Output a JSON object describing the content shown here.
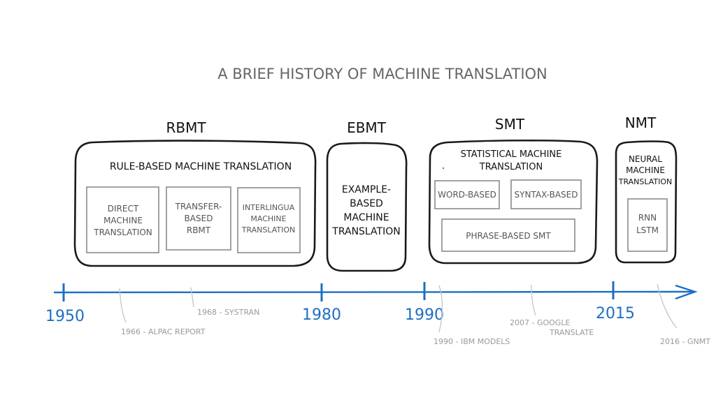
{
  "title": "A BRIEF HISTORY OF MACHINE TRANSLATION",
  "sections": {
    "rbmt": {
      "label": "RBMT",
      "box_title": "RULE-BASED MACHINE TRANSLATION",
      "items": [
        [
          "DIRECT",
          "MACHINE",
          "TRANSLATION"
        ],
        [
          "TRANSFER-",
          "BASED",
          "RBMT"
        ],
        [
          "INTERLINGUA",
          "MACHINE",
          "TRANSLATION"
        ]
      ]
    },
    "ebmt": {
      "label": "EBMT",
      "box_lines": [
        "EXAMPLE-",
        "BASED",
        "MACHINE",
        "TRANSLATION"
      ]
    },
    "smt": {
      "label": "SMT",
      "box_title_lines": [
        "STATISTICAL MACHINE",
        "TRANSLATION"
      ],
      "items": [
        "WORD-BASED",
        "SYNTAX-BASED",
        "PHRASE-BASED SMT"
      ]
    },
    "nmt": {
      "label": "NMT",
      "box_title_lines": [
        "NEURAL",
        "MACHINE",
        "TRANSLATION"
      ],
      "items": [
        "RNN",
        "LSTM"
      ]
    }
  },
  "timeline": {
    "years": [
      "1950",
      "1980",
      "1990",
      "2015"
    ],
    "events": [
      "1966 - ALPAC REPORT",
      "1968 - SYSTRAN",
      "1990 - IBM MODELS",
      "2007 - GOOGLE",
      "TRANSLATE",
      "2016 - GNMT"
    ]
  },
  "colors": {
    "timeline_blue": "#1d6fc2",
    "box_stroke": "#1a1a1a",
    "sub_box_stroke": "#8a8a8a",
    "event_gray": "#9a9a9a",
    "title_gray": "#666666"
  }
}
